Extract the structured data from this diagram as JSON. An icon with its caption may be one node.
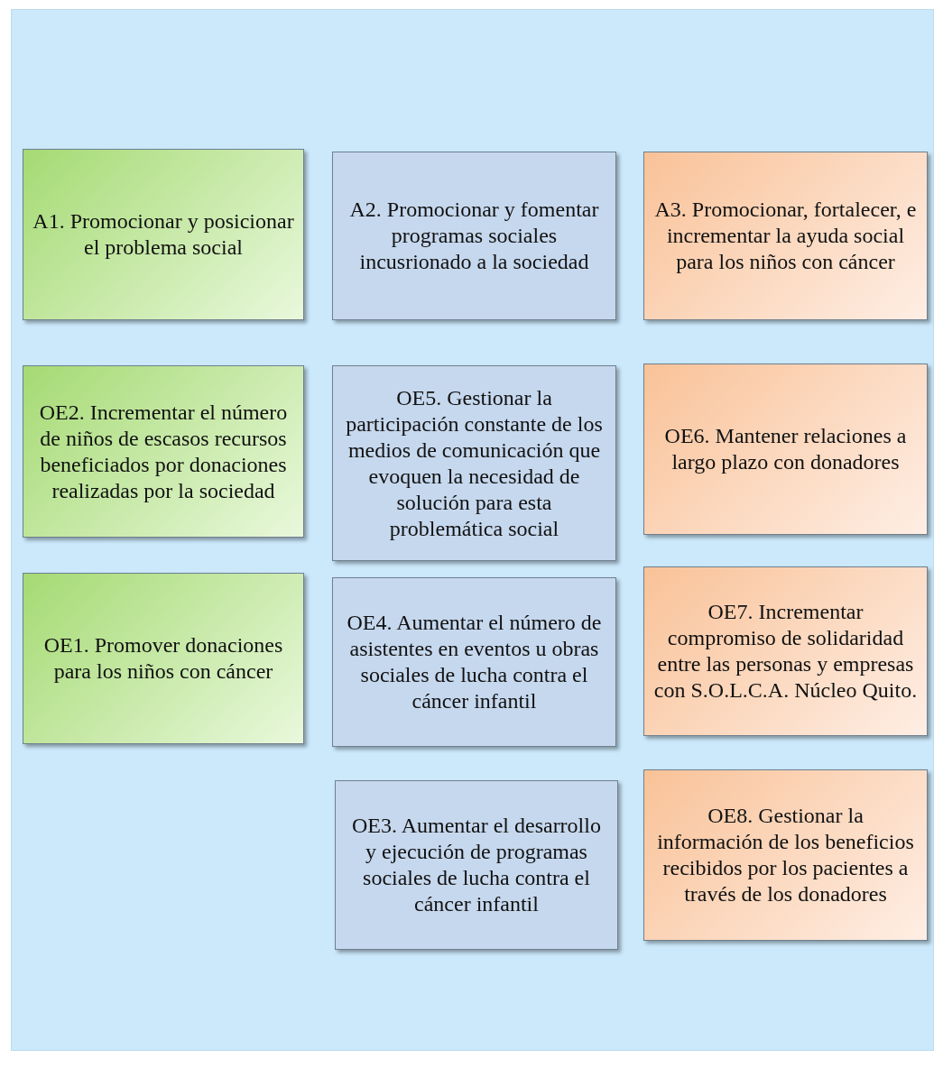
{
  "diagram": {
    "nodes": [
      {
        "text": [
          "A1. Promocionar y posicionar el problema social"
        ]
      },
      {
        "text": [
          "A2. Promocionar y fomentar programas sociales incusrionado a la sociedad"
        ]
      },
      {
        "text": [
          "A3. Promocionar, fortalecer, e incrementar la ayuda social para los niños con cáncer"
        ]
      },
      {
        "text": [
          "OE2. Incrementar el número de niños de escasos recursos beneficiados por donaciones realizadas por la sociedad"
        ]
      },
      {
        "text": [
          "OE5. Gestionar la participación constante de los medios de comunicación que evoquen la necesidad de solución para esta problemática social"
        ]
      },
      {
        "text": [
          "OE6. Mantener relaciones a largo plazo con donadores"
        ]
      },
      {
        "text": [
          "OE1. Promover donaciones para los niños con cáncer"
        ]
      },
      {
        "text": [
          "OE4. Aumentar el número de asistentes en eventos u obras sociales de lucha contra el cáncer infantil"
        ]
      },
      {
        "text": [
          "OE7. Incrementar compromiso de solidaridad entre las personas y empresas con S.O.L.C.A. Núcleo Quito."
        ]
      },
      {
        "text": [
          "OE3. Aumentar el desarrollo y ejecución de programas sociales de lucha contra el cáncer infantil"
        ]
      },
      {
        "text": [
          "OE8. Gestionar la información de los beneficios recibidos por los pacientes a través de los donadores"
        ]
      }
    ]
  }
}
